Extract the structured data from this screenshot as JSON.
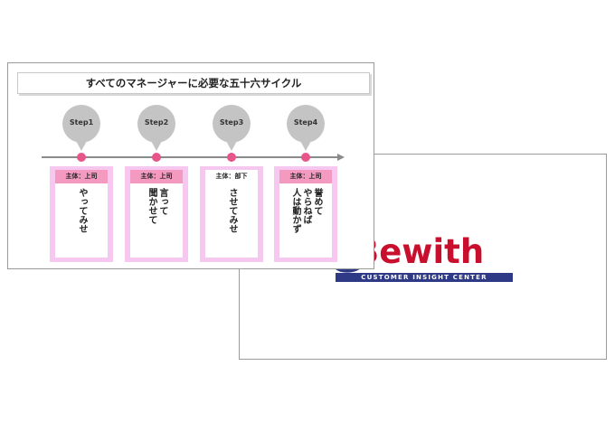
{
  "front_slide": {
    "title": "すべてのマネージャーに必要な五十六サイクル",
    "steps": [
      {
        "label": "Step1",
        "head": "主体：上司",
        "body": "やってみせ",
        "head_color": "#f49ac1"
      },
      {
        "label": "Step2",
        "head": "主体：上司",
        "body": "言って\n聞かせて",
        "head_color": "#f49ac1"
      },
      {
        "label": "Step3",
        "head": "主体：部下",
        "body": "させてみせ",
        "head_color": "#ffffff"
      },
      {
        "label": "Step4",
        "head": "主体：上司",
        "body": "誉めて\nやらねば\n人は動かず",
        "head_color": "#f49ac1"
      }
    ],
    "colors": {
      "accent_pink": "#f49ac1",
      "card_border": "#f6c8f0",
      "marker": "#e8558a",
      "bubble": "#c4c4c4",
      "timeline": "#8a8a8a"
    }
  },
  "back_slide": {
    "logo": {
      "word": "Bewith",
      "tagline": "CUSTOMER INSIGHT CENTER",
      "brand_red": "#c8102e",
      "brand_navy": "#2f3a87"
    }
  }
}
